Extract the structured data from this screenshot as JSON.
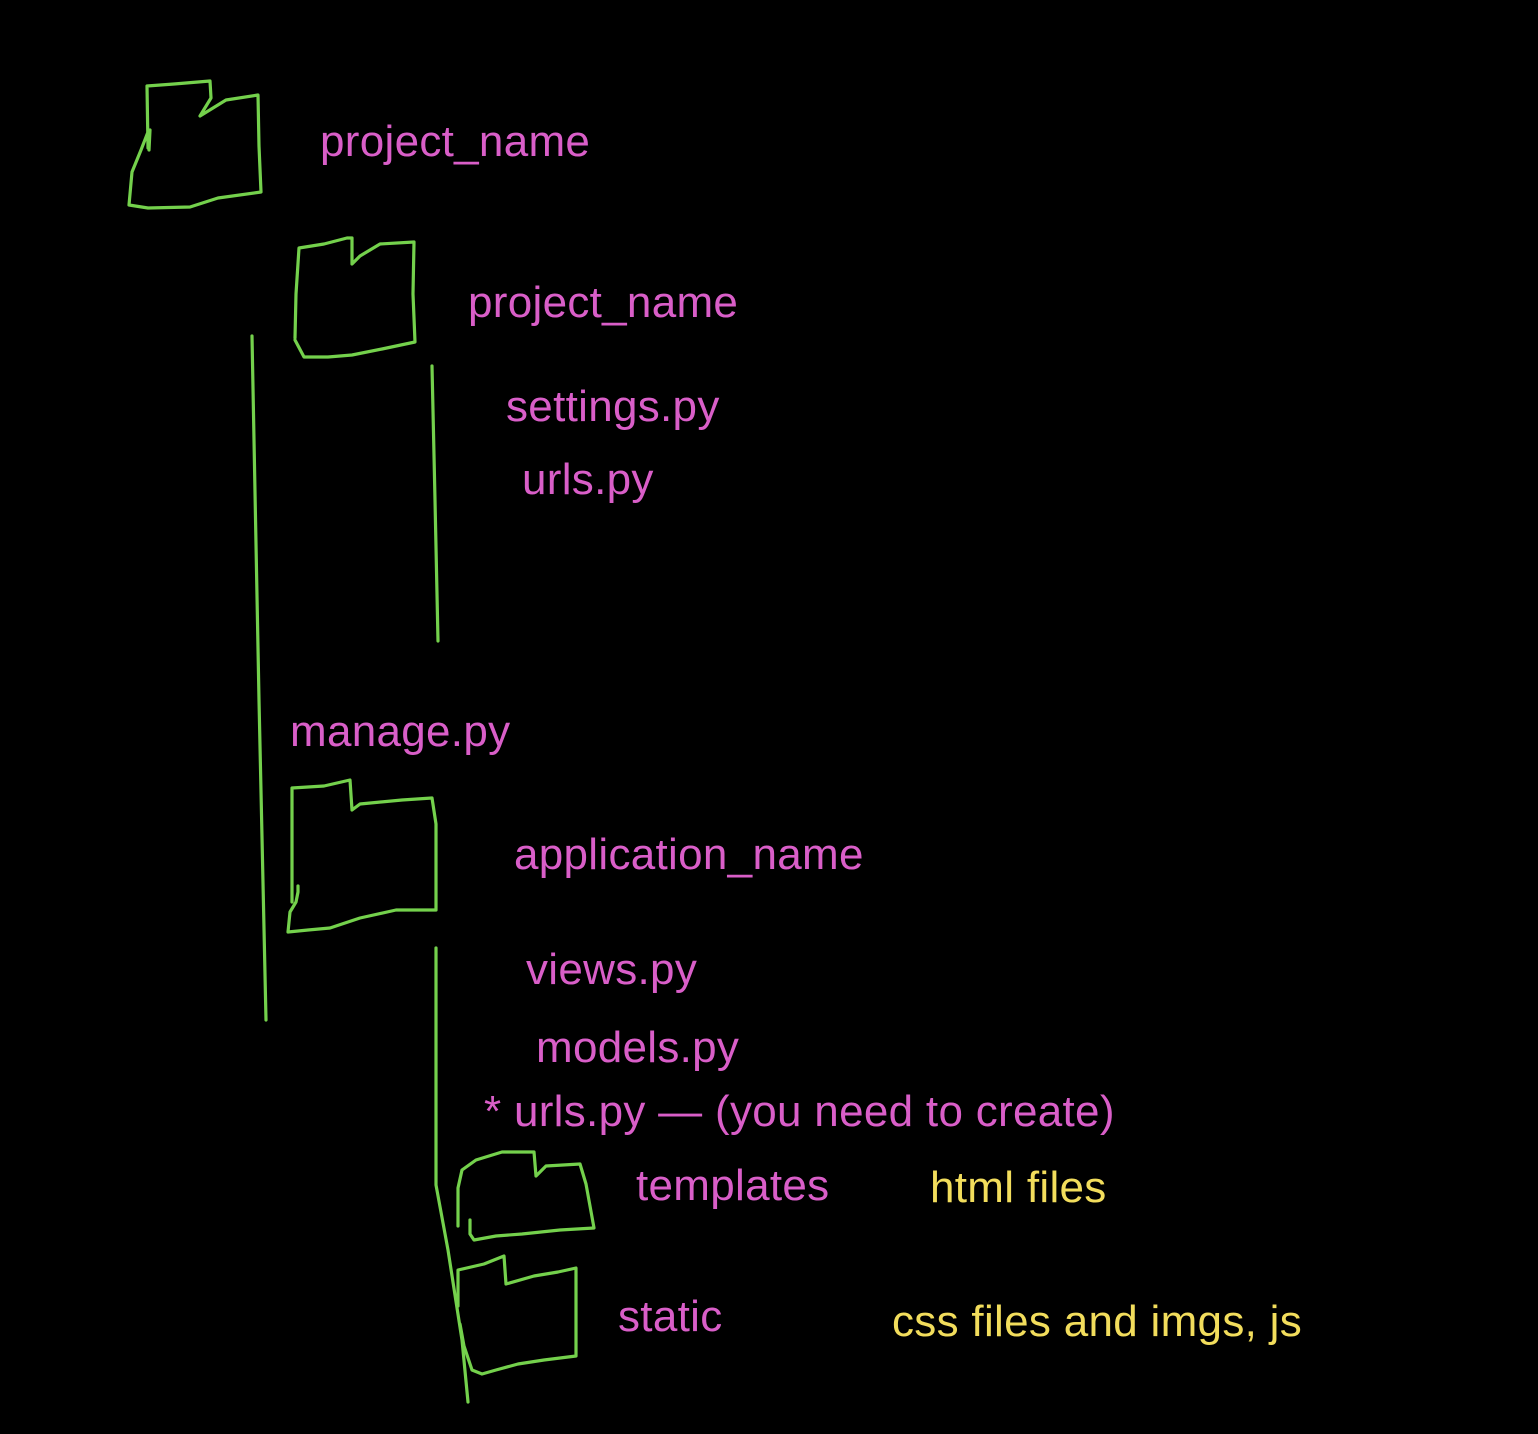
{
  "tree": {
    "root": {
      "label": "project_name",
      "icon": "folder-icon"
    },
    "project_folder": {
      "label": "project_name",
      "icon": "folder-icon",
      "files": [
        "settings.py",
        "urls.py"
      ]
    },
    "manage_file": "manage.py",
    "application": {
      "label": "application_name",
      "icon": "folder-icon",
      "files": [
        "views.py",
        "models.py",
        "* urls.py  — (you need to create)"
      ],
      "templates": {
        "label": "templates",
        "icon": "folder-icon",
        "note": "html files"
      },
      "static": {
        "label": "static",
        "icon": "folder-icon",
        "note": "css files and imgs, js"
      }
    }
  },
  "colors": {
    "background": "#000000",
    "label_pink": "#d95ec8",
    "note_yellow": "#f2dd5c",
    "stroke_green": "#74d14c"
  }
}
